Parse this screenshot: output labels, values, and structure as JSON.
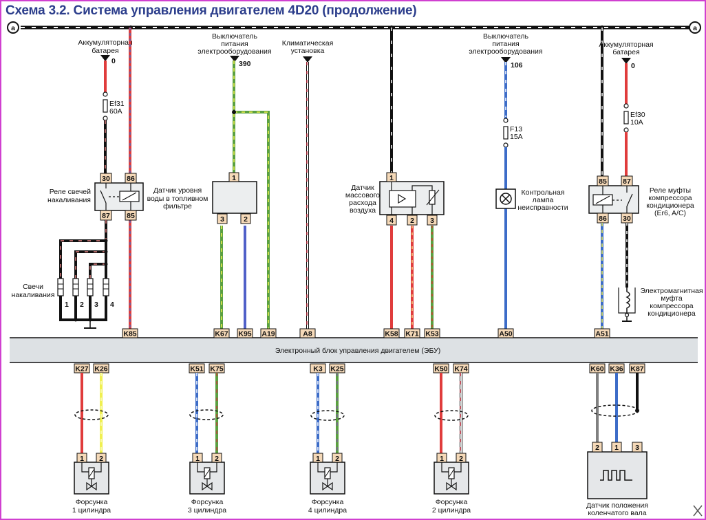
{
  "title": "Схема 3.2. Система управления двигателем 4D20 (продолжение)",
  "bus_marker": "a",
  "ecu_label": "Электронный блок управления двигателем (ЭБУ)",
  "sources": {
    "battery_left": {
      "label1": "Аккумуляторная",
      "label2": "батарея",
      "wire": "0"
    },
    "ignition_390": {
      "label1": "Выключатель",
      "label2": "питания",
      "label3": "электрооборудования",
      "wire": "390"
    },
    "climate": {
      "label1": "Климатическая",
      "label2": "установка"
    },
    "ignition_106": {
      "label1": "Выключатель",
      "label2": "питания",
      "label3": "электрооборудования",
      "wire": "106"
    },
    "battery_right": {
      "label1": "Аккумуляторная",
      "label2": "батарея",
      "wire": "0"
    }
  },
  "fuses": {
    "ef31": {
      "name": "Ef31",
      "rating": "60A"
    },
    "f13": {
      "name": "F13",
      "rating": "15A"
    },
    "ef30": {
      "name": "Ef30",
      "rating": "10A"
    }
  },
  "components": {
    "glow_relay": {
      "label1": "Реле свечей",
      "label2": "накаливания",
      "pins": [
        "30",
        "86",
        "87",
        "85"
      ]
    },
    "glow_plugs": {
      "label1": "Свечи",
      "label2": "накаливания",
      "numbers": [
        "1",
        "2",
        "3",
        "4"
      ]
    },
    "water_sensor": {
      "label1": "Датчик уровня",
      "label2": "воды в топливном",
      "label3": "фильтре",
      "pins": [
        "1",
        "3",
        "2"
      ]
    },
    "maf_sensor": {
      "label1": "Датчик",
      "label2": "массового",
      "label3": "расхода",
      "label4": "воздуха",
      "pins": [
        "1",
        "4",
        "2",
        "3"
      ]
    },
    "check_lamp": {
      "label1": "Контрольная",
      "label2": "лампа",
      "label3": "неисправности"
    },
    "ac_relay": {
      "label1": "Реле муфты",
      "label2": "компрессора",
      "label3": "кондиционера",
      "label4": "(Er6, A/C)",
      "pins": [
        "85",
        "87",
        "86",
        "30"
      ]
    },
    "ac_clutch": {
      "label1": "Электромагнитная",
      "label2": "муфта",
      "label3": "компрессора",
      "label4": "кондиционера"
    },
    "injectors": [
      {
        "label1": "Форсунка",
        "label2": "1 цилиндра",
        "pins": [
          "1",
          "2"
        ]
      },
      {
        "label1": "Форсунка",
        "label2": "3 цилиндра",
        "pins": [
          "1",
          "2"
        ]
      },
      {
        "label1": "Форсунка",
        "label2": "4 цилиндра",
        "pins": [
          "1",
          "2"
        ]
      },
      {
        "label1": "Форсунка",
        "label2": "2 цилиндра",
        "pins": [
          "1",
          "2"
        ]
      }
    ],
    "ckp_sensor": {
      "label1": "Датчик положения",
      "label2": "коленчатого вала",
      "pins": [
        "2",
        "1",
        "3"
      ]
    }
  },
  "ecu_pins_top": [
    "K85",
    "K67",
    "K95",
    "A19",
    "A8",
    "K58",
    "K71",
    "K53",
    "A50",
    "A51"
  ],
  "ecu_pins_bottom": [
    "K27",
    "K26",
    "K51",
    "K75",
    "K3",
    "K25",
    "K50",
    "K74",
    "K60",
    "K36",
    "K87"
  ],
  "colors": {
    "title": "#2c3e8c",
    "ecu_band": "#d9dde0",
    "pin_box": "#f5d9b8",
    "red": "#e03c3c",
    "blue": "#3c6cc8",
    "green": "#5aa040",
    "yellow": "#f0f050",
    "black": "#111111",
    "gray": "#808080",
    "frame": "#d040d0"
  }
}
